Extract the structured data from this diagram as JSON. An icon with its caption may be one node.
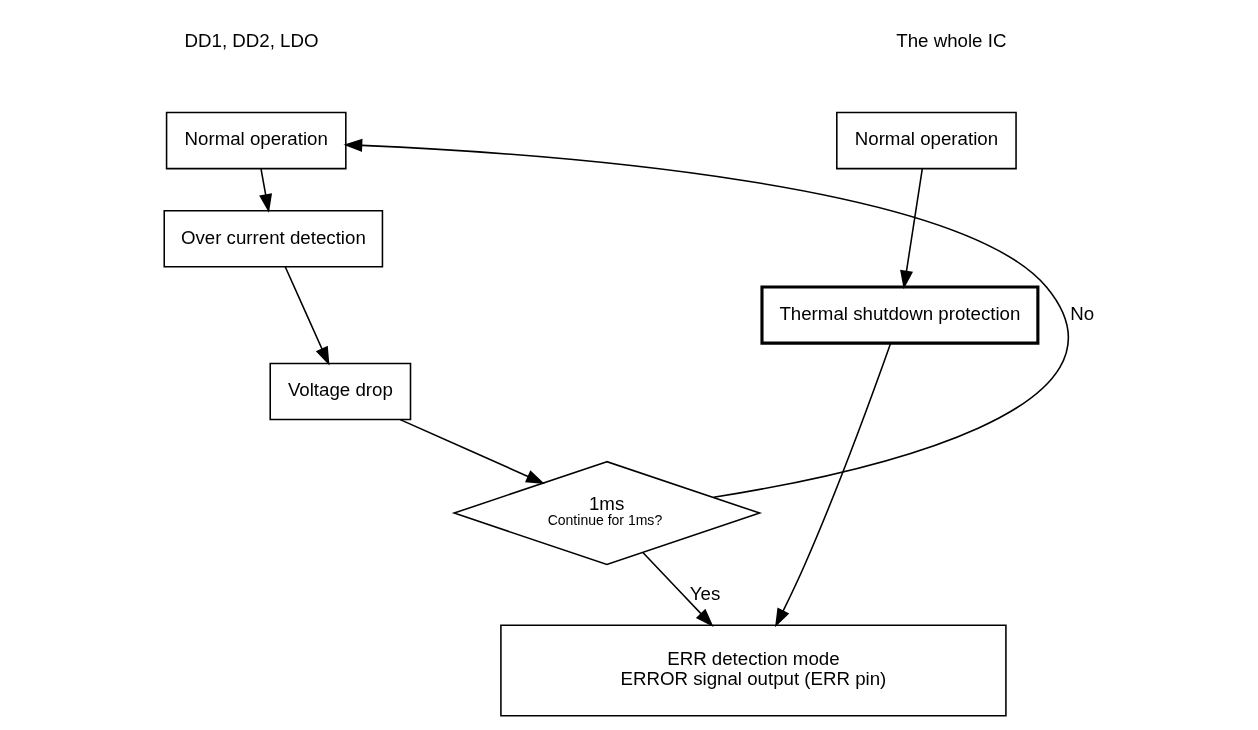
{
  "diagram": {
    "nodes": [
      {
        "text": [
          "Normal operation"
        ]
      },
      {
        "text": [
          "Over current detection"
        ]
      },
      {
        "text": [
          "Voltage drop"
        ]
      },
      {
        "text": [
          "1ms",
          "Continue for 1ms?"
        ]
      },
      {
        "text": [
          "Normal operation"
        ]
      },
      {
        "text": [
          "Thermal shutdown protection"
        ]
      },
      {
        "text": [
          "ERR detection mode",
          "ERROR signal output (ERR pin)"
        ]
      }
    ],
    "edges": [
      {
        "from": 0,
        "to": 1,
        "arrow": "to"
      },
      {
        "from": 1,
        "to": 2,
        "arrow": "to"
      },
      {
        "from": 2,
        "to": 3,
        "arrow": "to"
      },
      {
        "from": 3,
        "to": 0,
        "arrow": "to",
        "label": "No"
      },
      {
        "from": 3,
        "to": 6,
        "arrow": "to",
        "label": "Yes"
      },
      {
        "from": 4,
        "to": 5,
        "arrow": "to"
      },
      {
        "from": 5,
        "to": 6,
        "arrow": "to"
      }
    ],
    "labels": [
      "DD1, DD2, LDO",
      "The whole IC"
    ]
  }
}
